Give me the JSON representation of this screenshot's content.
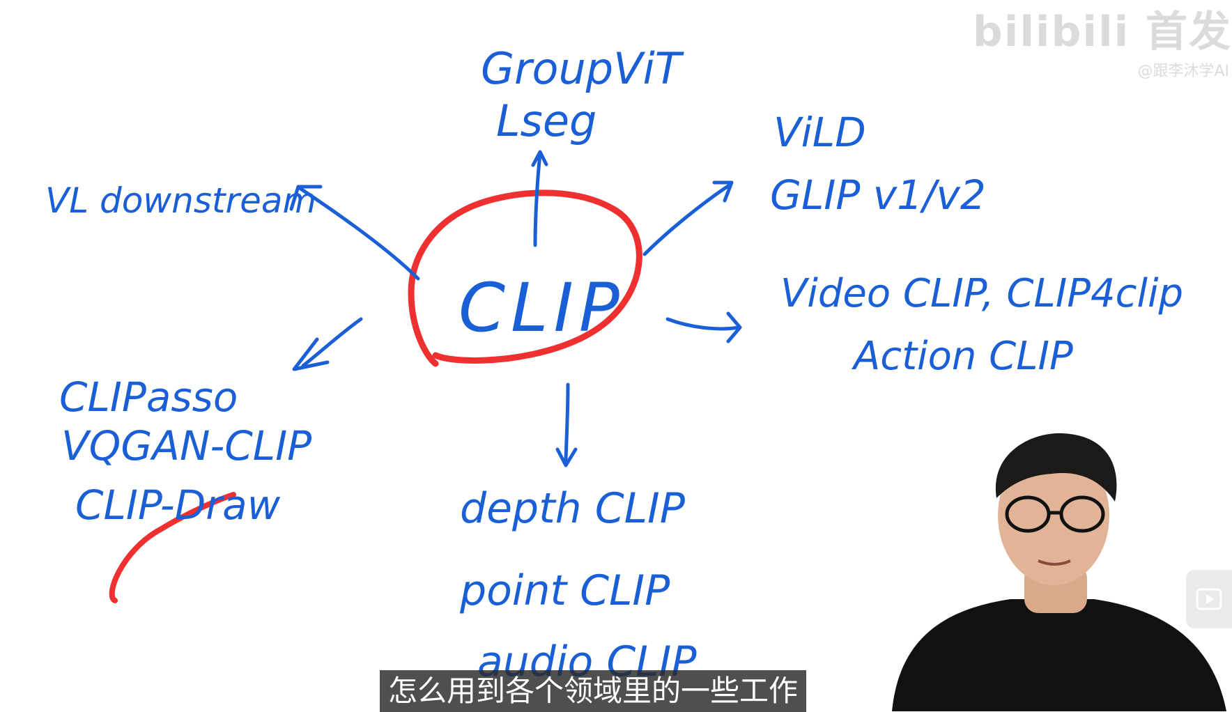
{
  "watermark": {
    "brand": "bilibili 首发",
    "account": "@跟李沐学AI"
  },
  "diagram": {
    "center": "CLIP",
    "branches": {
      "top": [
        "GroupViT",
        "Lseg"
      ],
      "top_left": [
        "VL downstream"
      ],
      "top_right": [
        "ViLD",
        "GLIP v1/v2"
      ],
      "right": [
        "Video CLIP, CLIP4clip",
        "Action CLIP"
      ],
      "bottom": [
        "depth CLIP",
        "point CLIP",
        "audio CLIP"
      ],
      "bottom_left": [
        "CLIPasso",
        "VQGAN-CLIP",
        "CLIP-Draw"
      ]
    },
    "colors": {
      "ink_blue": "#1a5fd6",
      "ink_red": "#ee3030"
    }
  },
  "subtitle": "怎么用到各个领域里的一些工作",
  "icons": {
    "play": "play-icon",
    "presenter": "presenter-video"
  }
}
